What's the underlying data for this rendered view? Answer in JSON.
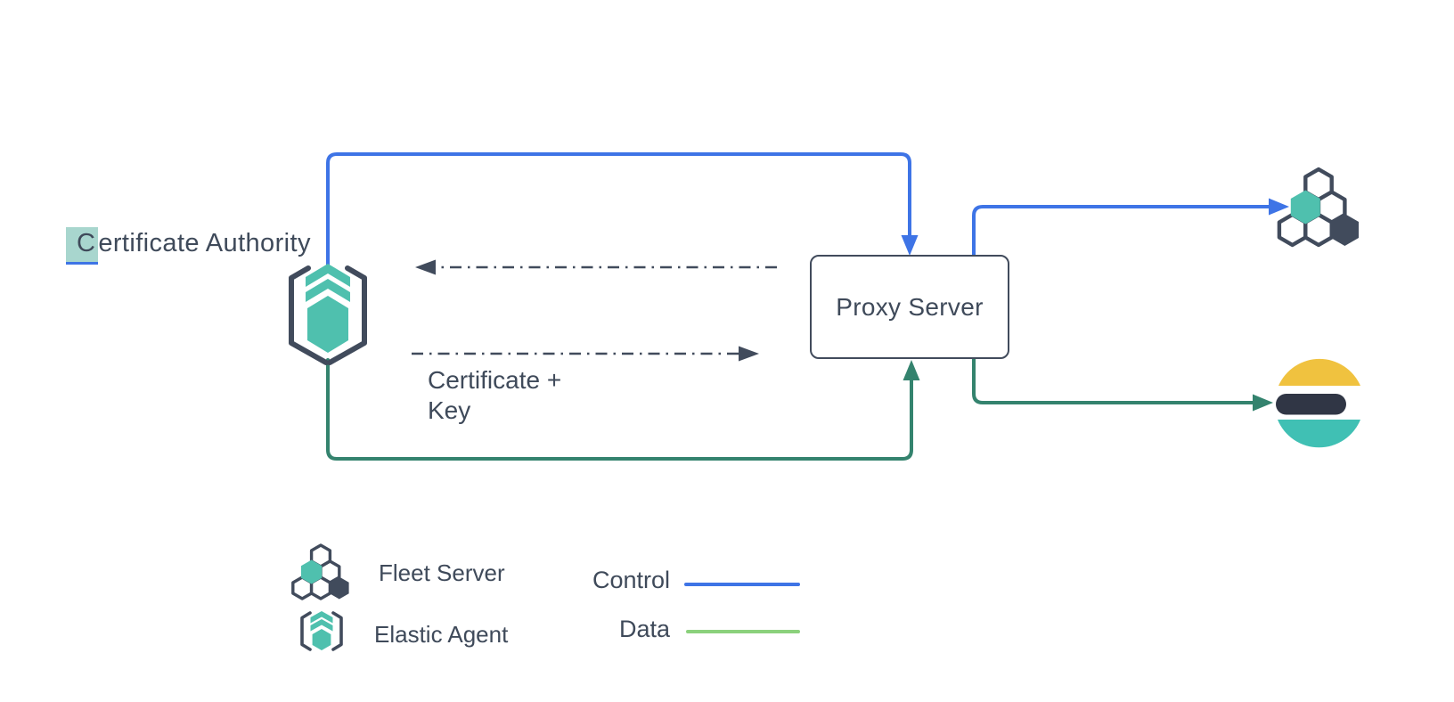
{
  "diagram": {
    "certificate_authority": {
      "highlighted_char": "C",
      "rest": "ertificate Authority"
    },
    "proxy_server_label": "Proxy Server",
    "certificate_key_label": "Certificate +\nKey"
  },
  "legend": {
    "fleet_server_label": "Fleet Server",
    "elastic_agent_label": "Elastic Agent",
    "control_label": "Control",
    "data_label": "Data"
  },
  "icons": {
    "elastic_agent": "hexagon-with-chevrons-in-hex-brackets",
    "fleet_server": "honeycomb-hexagon-cluster",
    "elasticsearch": "elasticsearch-logo-three-bands"
  },
  "colors": {
    "control_line": "#3e74e6",
    "data_line": "#34836e",
    "legend_data_line": "#8bd17c",
    "teal_accent": "#4fc0ae",
    "dark_slate": "#414b5c",
    "selection_highlight": "#a8d6ce",
    "es_yellow": "#f0c23f",
    "es_teal": "#40c0b4",
    "es_dark": "#303645",
    "text": "#3f4a5a"
  }
}
